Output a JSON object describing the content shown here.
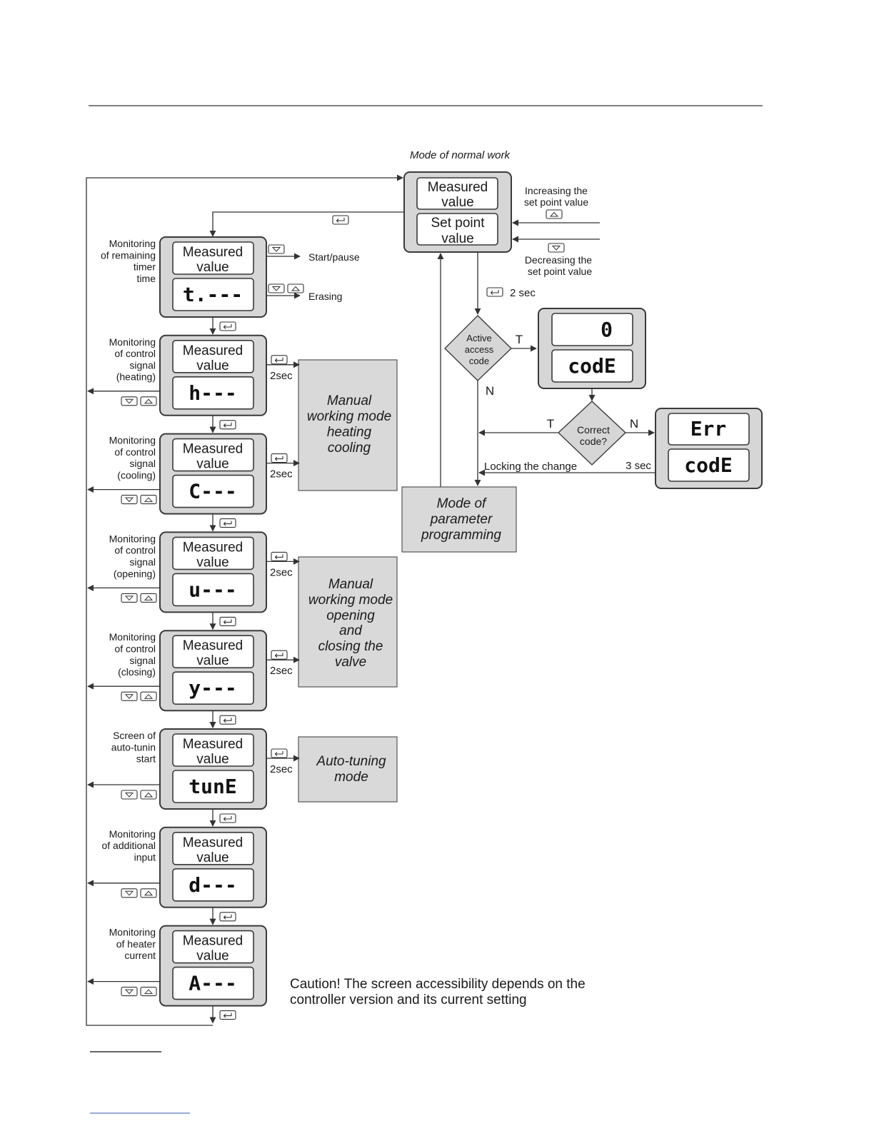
{
  "header_title": "Mode of normal work",
  "normal": {
    "measured": [
      "Measured",
      "value"
    ],
    "setpoint": [
      "Set point",
      "value"
    ]
  },
  "increase": [
    "Increasing the",
    "set point value"
  ],
  "decrease": [
    "Decreasing the",
    "set point value"
  ],
  "enter_2sec": "2 sec",
  "screens": [
    {
      "label": [
        "Monitoring",
        "of remaining",
        "timer",
        "time"
      ],
      "display": "t.---"
    },
    {
      "label": [
        "Monitoring",
        "of control",
        "signal",
        "(heating)"
      ],
      "display": "h---"
    },
    {
      "label": [
        "Monitoring",
        "of control",
        "signal",
        "(cooling)"
      ],
      "display": "C---"
    },
    {
      "label": [
        "Monitoring",
        "of control",
        "signal",
        "(opening)"
      ],
      "display": "u---"
    },
    {
      "label": [
        "Monitoring",
        "of control",
        "signal",
        "(closing)"
      ],
      "display": "y---"
    },
    {
      "label": [
        "Screen of",
        "auto-tunin",
        "start"
      ],
      "display": "tunE"
    },
    {
      "label": [
        "Monitoring",
        "of additional",
        "input"
      ],
      "display": "d---"
    },
    {
      "label": [
        "Monitoring",
        "of heater",
        "current"
      ],
      "display": "A---"
    }
  ],
  "measured_value": [
    "Measured",
    "value"
  ],
  "timer_actions": {
    "start_pause": "Start/pause",
    "erasing": "Erasing"
  },
  "sec2": "2sec",
  "manual_heating_cooling": [
    "Manual",
    "working mode",
    "heating",
    "cooling"
  ],
  "manual_valve": [
    "Manual",
    "working mode",
    "opening",
    "and",
    "closing the",
    "valve"
  ],
  "autotuning": [
    "Auto-tuning",
    "mode"
  ],
  "decision_access": [
    "Active",
    "access",
    "code"
  ],
  "decision_correct": [
    "Correct",
    "code?"
  ],
  "yes": "T",
  "no": "N",
  "code_display": {
    "top": "0",
    "bottom": "codE"
  },
  "err_display": {
    "top": "Err",
    "bottom": "codE"
  },
  "locking": "Locking the change",
  "sec3": "3 sec",
  "param_mode": [
    "Mode of",
    "parameter",
    "programming"
  ],
  "caution": [
    "Caution! The screen accessibility depends on the",
    "controller version and its current setting"
  ]
}
